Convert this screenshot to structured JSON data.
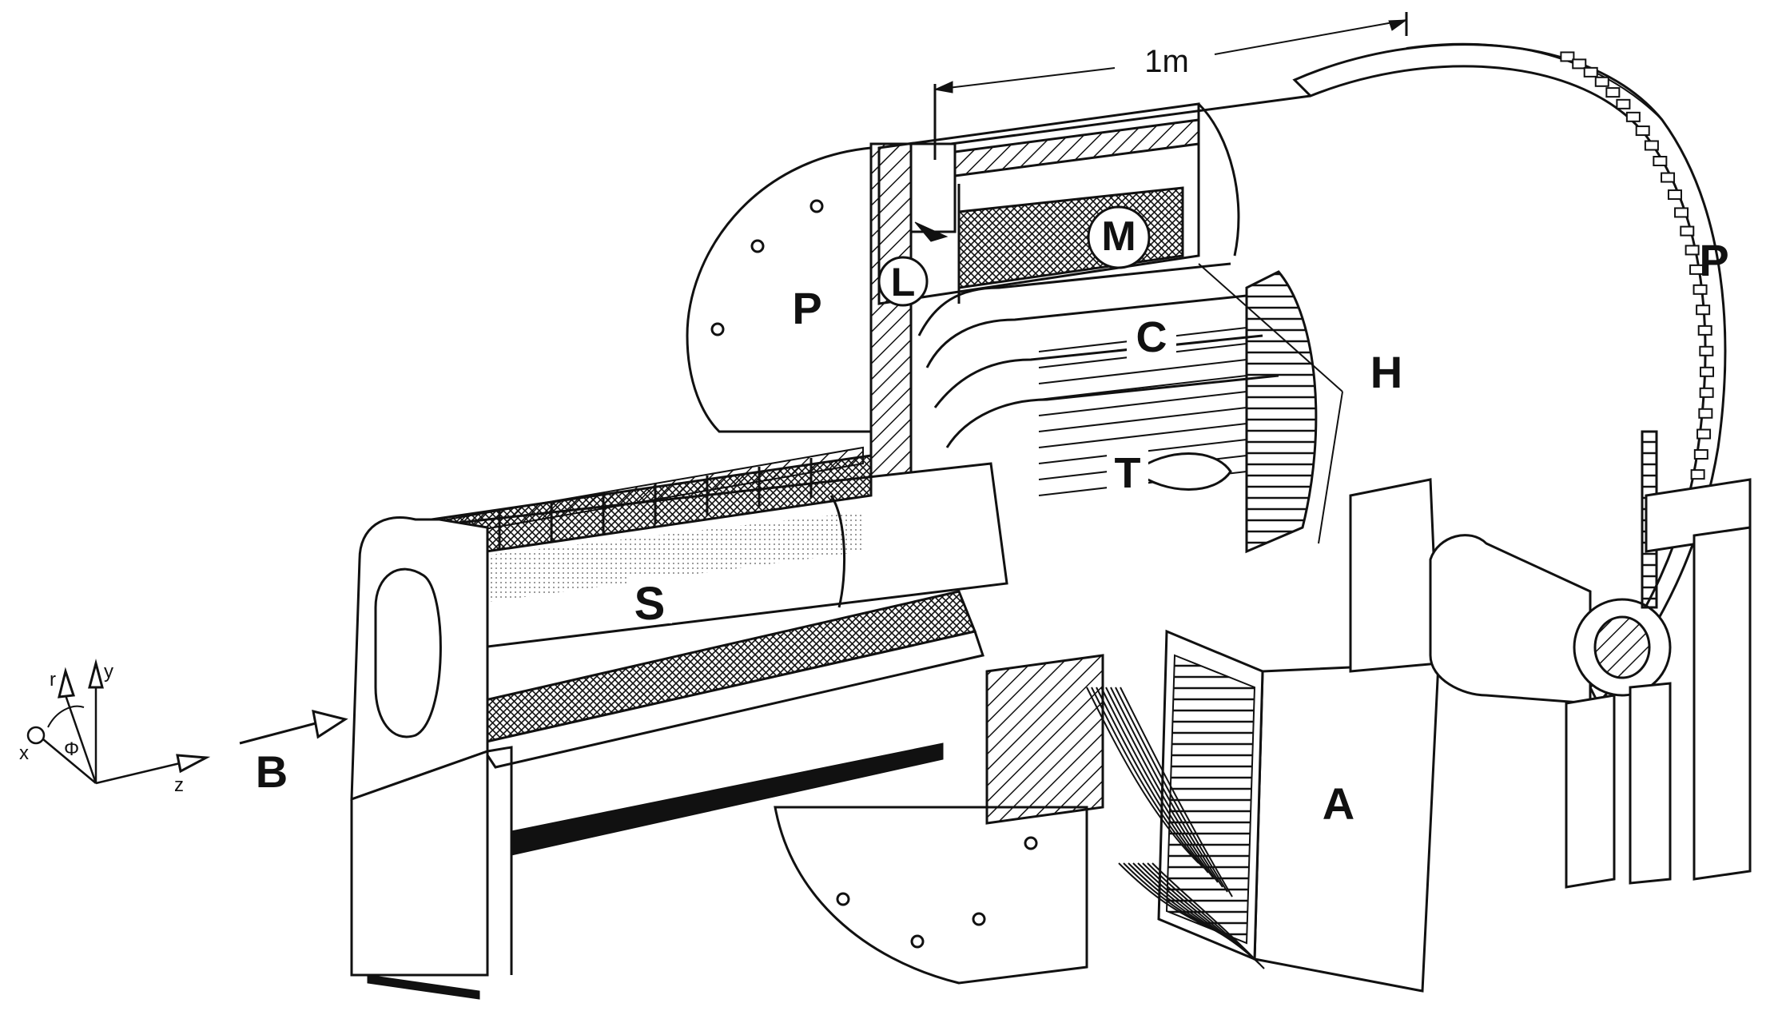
{
  "scale_bar": {
    "label": "1m"
  },
  "labels": {
    "M": "M",
    "L": "L",
    "P_left": "P",
    "P_right": "P",
    "C": "C",
    "H": "H",
    "T": "T",
    "S": "S",
    "A": "A",
    "B": "B"
  },
  "axes": {
    "r": "r",
    "y": "y",
    "x": "x",
    "z": "z",
    "phi": "Φ"
  },
  "colors": {
    "ink": "#111111",
    "paper": "#ffffff",
    "fill_gray": "#d9d9d9"
  }
}
